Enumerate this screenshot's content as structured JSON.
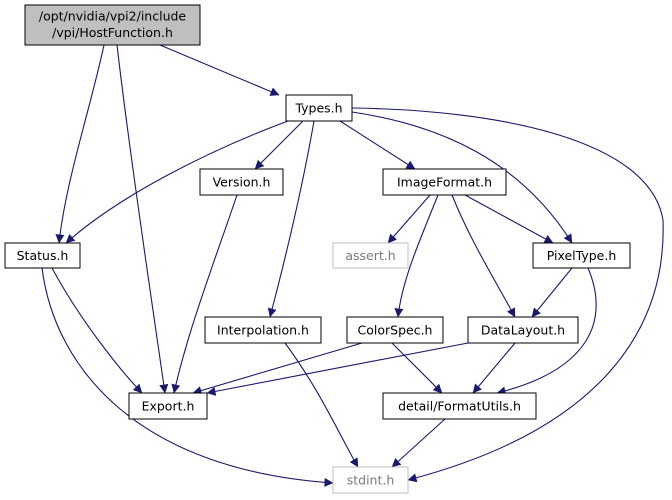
{
  "nodes": [
    {
      "id": "hostfunction",
      "lines": [
        "/opt/nvidia/vpi2/include",
        "/vpi/HostFunction.h"
      ],
      "style": "root"
    },
    {
      "id": "types",
      "lines": [
        "Types.h"
      ],
      "style": "normal"
    },
    {
      "id": "version",
      "lines": [
        "Version.h"
      ],
      "style": "normal"
    },
    {
      "id": "imageformat",
      "lines": [
        "ImageFormat.h"
      ],
      "style": "normal"
    },
    {
      "id": "status",
      "lines": [
        "Status.h"
      ],
      "style": "normal"
    },
    {
      "id": "assert",
      "lines": [
        "assert.h"
      ],
      "style": "external"
    },
    {
      "id": "pixeltype",
      "lines": [
        "PixelType.h"
      ],
      "style": "normal"
    },
    {
      "id": "interpolation",
      "lines": [
        "Interpolation.h"
      ],
      "style": "normal"
    },
    {
      "id": "colorspec",
      "lines": [
        "ColorSpec.h"
      ],
      "style": "normal"
    },
    {
      "id": "datalayout",
      "lines": [
        "DataLayout.h"
      ],
      "style": "normal"
    },
    {
      "id": "export",
      "lines": [
        "Export.h"
      ],
      "style": "normal"
    },
    {
      "id": "formatutils",
      "lines": [
        "detail/FormatUtils.h"
      ],
      "style": "normal"
    },
    {
      "id": "stdint",
      "lines": [
        "stdint.h"
      ],
      "style": "external"
    }
  ],
  "edges": [
    {
      "from": "hostfunction",
      "to": "types"
    },
    {
      "from": "hostfunction",
      "to": "status"
    },
    {
      "from": "hostfunction",
      "to": "export"
    },
    {
      "from": "types",
      "to": "version"
    },
    {
      "from": "types",
      "to": "imageformat"
    },
    {
      "from": "types",
      "to": "status"
    },
    {
      "from": "types",
      "to": "pixeltype"
    },
    {
      "from": "types",
      "to": "interpolation"
    },
    {
      "from": "types",
      "to": "stdint"
    },
    {
      "from": "version",
      "to": "export"
    },
    {
      "from": "imageformat",
      "to": "assert"
    },
    {
      "from": "imageformat",
      "to": "pixeltype"
    },
    {
      "from": "imageformat",
      "to": "colorspec"
    },
    {
      "from": "imageformat",
      "to": "datalayout"
    },
    {
      "from": "status",
      "to": "export"
    },
    {
      "from": "status",
      "to": "stdint"
    },
    {
      "from": "pixeltype",
      "to": "datalayout"
    },
    {
      "from": "pixeltype",
      "to": "formatutils"
    },
    {
      "from": "interpolation",
      "to": "stdint"
    },
    {
      "from": "colorspec",
      "to": "export"
    },
    {
      "from": "colorspec",
      "to": "formatutils"
    },
    {
      "from": "datalayout",
      "to": "export"
    },
    {
      "from": "datalayout",
      "to": "formatutils"
    },
    {
      "from": "formatutils",
      "to": "stdint"
    }
  ],
  "colors": {
    "edge": "#191970",
    "node_border": "#000000",
    "root_fill": "#bfbfbf",
    "external_border": "#bfbfbf",
    "external_text": "#7a7a7a"
  }
}
